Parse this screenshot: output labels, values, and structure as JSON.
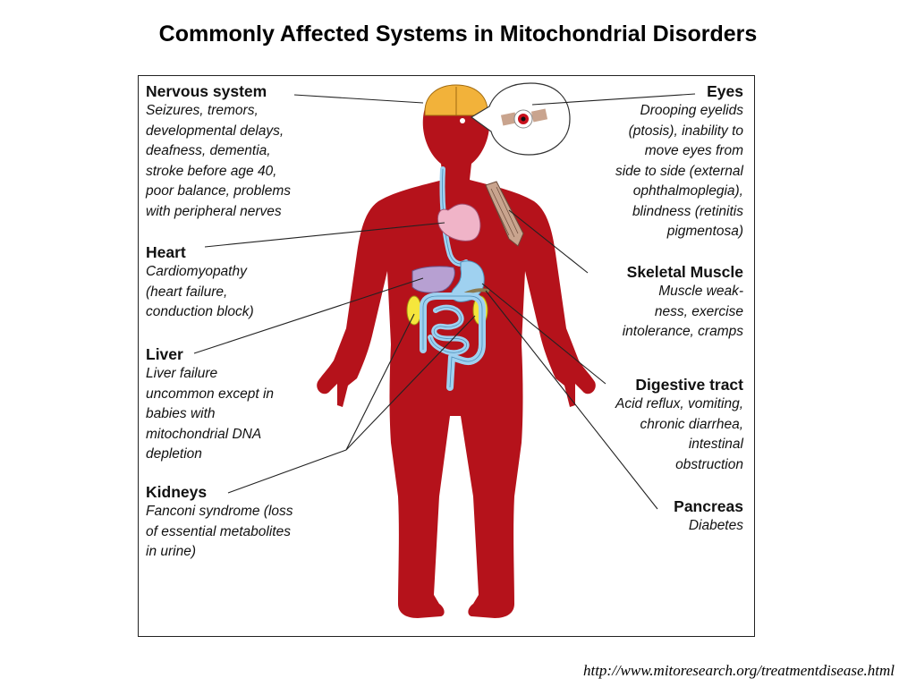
{
  "title": "Commonly Affected Systems in Mitochondrial Disorders",
  "source_url": "http://www.mitoresearch.org/treatmentdisease.html",
  "colors": {
    "body": "#b5121b",
    "brain": "#f2b23a",
    "heart": "#f0b4c8",
    "liver": "#b7a0d2",
    "digestive": "#9fd1f0",
    "kidney": "#f5e63c",
    "muscle": "#c9a48e"
  },
  "labels": {
    "nervous": {
      "heading": "Nervous system",
      "lines": [
        "Seizures, tremors,",
        "developmental delays,",
        "deafness, dementia,",
        "stroke before age 40,",
        "poor balance, problems",
        "with peripheral nerves"
      ]
    },
    "heart": {
      "heading": "Heart",
      "lines": [
        "Cardiomyopathy",
        "(heart failure,",
        "conduction block)"
      ]
    },
    "liver": {
      "heading": "Liver",
      "lines": [
        "Liver failure",
        "uncommon except in",
        "babies with",
        "mitochondrial DNA",
        "depletion"
      ]
    },
    "kidneys": {
      "heading": "Kidneys",
      "lines": [
        "Fanconi syndrome (loss",
        "of essential metabolites",
        "in urine)"
      ]
    },
    "eyes": {
      "heading": "Eyes",
      "lines": [
        "Drooping eyelids",
        "(ptosis), inability to",
        "move eyes from",
        "side to side (external",
        "ophthalmoplegia),",
        "blindness (retinitis",
        "pigmentosa)"
      ]
    },
    "muscle": {
      "heading": "Skeletal Muscle",
      "lines": [
        "Muscle weak-",
        "ness, exercise",
        "intolerance, cramps"
      ]
    },
    "digestive": {
      "heading": "Digestive tract",
      "lines": [
        "Acid reflux, vomiting,",
        "chronic diarrhea,",
        "intestinal",
        "obstruction"
      ]
    },
    "pancreas": {
      "heading": "Pancreas",
      "lines": [
        "Diabetes"
      ]
    }
  }
}
